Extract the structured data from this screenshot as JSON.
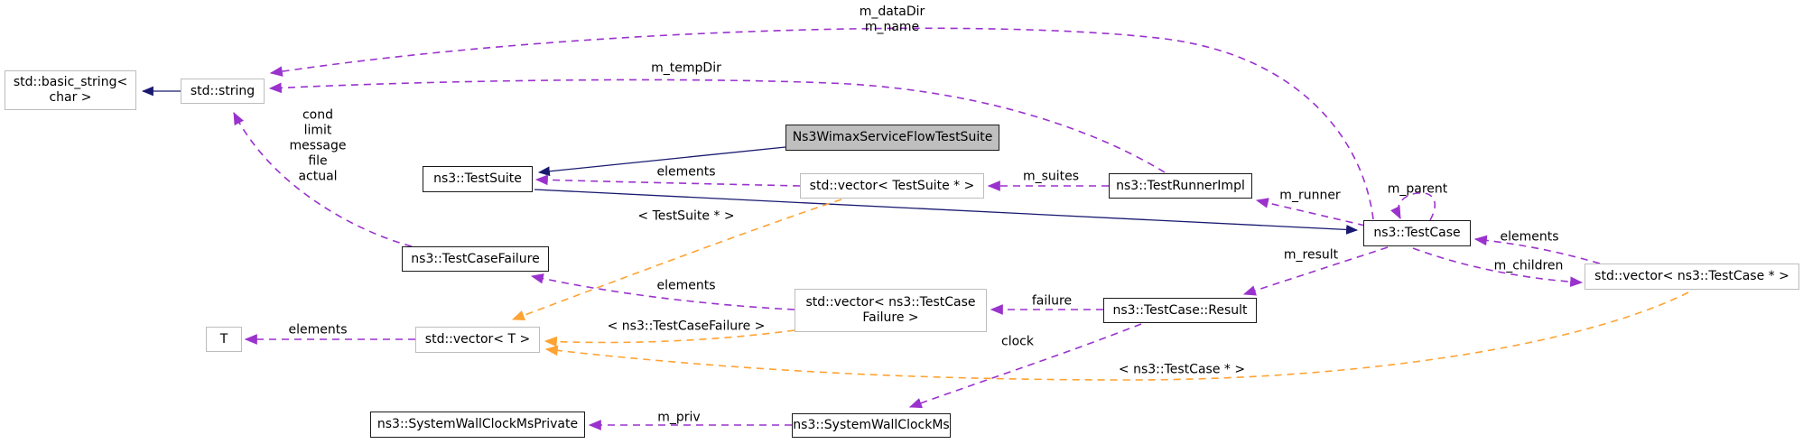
{
  "diagram": {
    "type": "doxygen-collaboration-graph",
    "focus_class": "Ns3WimaxServiceFlowTestSuite",
    "colors": {
      "inheritance_edge": "#191970",
      "usage_edge": "#9a32cd",
      "template_edge": "#ffa332",
      "node_fill": "#ffffff",
      "focus_node_fill": "#bfbfbf",
      "linked_node_border": "#1a1a1a",
      "external_node_border": "#bdbdbd"
    },
    "nodes": {
      "basic_string": {
        "line1": "std::basic_string<",
        "line2": "char >"
      },
      "string": {
        "label": "std::string"
      },
      "wimax": {
        "label": "Ns3WimaxServiceFlowTestSuite"
      },
      "testsuite": {
        "label": "ns3::TestSuite"
      },
      "vec_testsuite": {
        "label": "std::vector< TestSuite * >"
      },
      "runner": {
        "label": "ns3::TestRunnerImpl"
      },
      "testcase": {
        "label": "ns3::TestCase"
      },
      "vec_testcase": {
        "label": "std::vector< ns3::TestCase * >"
      },
      "tcf": {
        "label": "ns3::TestCaseFailure"
      },
      "vec_tcf": {
        "line1": "std::vector< ns3::TestCase",
        "line2": "Failure >"
      },
      "result": {
        "label": "ns3::TestCase::Result"
      },
      "t": {
        "label": "T"
      },
      "vec_t": {
        "label": "std::vector< T >"
      },
      "swcm_private": {
        "label": "ns3::SystemWallClockMsPrivate"
      },
      "swcm": {
        "label": "ns3::SystemWallClockMs"
      }
    },
    "edge_labels": {
      "m_datadir": "m_dataDir",
      "m_name": "m_name",
      "m_tempdir": "m_tempDir",
      "cond": "cond",
      "limit": "limit",
      "message": "message",
      "file": "file",
      "actual": "actual",
      "elements": "elements",
      "m_suites": "m_suites",
      "m_runner": "m_runner",
      "m_parent": "m_parent",
      "tpl_testsuite": "< TestSuite * >",
      "m_result": "m_result",
      "m_children": "m_children",
      "failure": "failure",
      "tpl_tcf": "< ns3::TestCaseFailure >",
      "clock": "clock",
      "tpl_tc": "< ns3::TestCase * >",
      "m_priv": "m_priv"
    }
  }
}
